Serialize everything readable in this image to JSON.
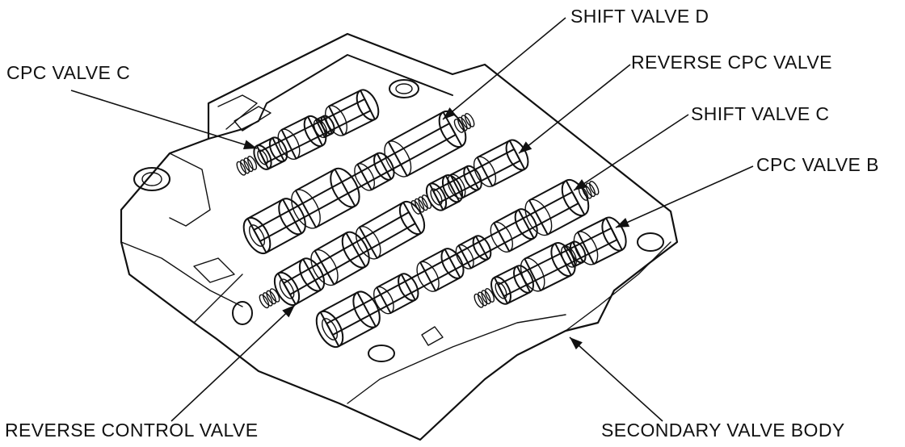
{
  "labels": {
    "shift_valve_d": "SHIFT VALVE D",
    "cpc_valve_c": "CPC VALVE C",
    "reverse_cpc_valve": "REVERSE CPC VALVE",
    "shift_valve_c": "SHIFT VALVE C",
    "cpc_valve_b": "CPC VALVE B",
    "reverse_control_valve": "REVERSE CONTROL VALVE",
    "secondary_valve_body": "SECONDARY VALVE BODY"
  }
}
